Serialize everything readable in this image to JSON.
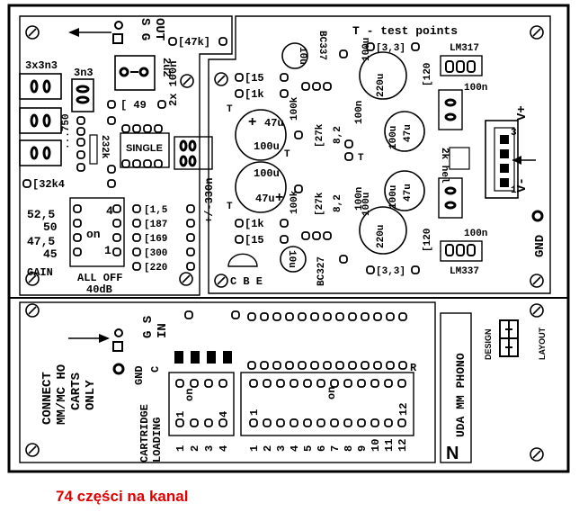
{
  "caption": "74 części na kanal",
  "labels": {
    "test_points": "T - test points",
    "out": "OUT",
    "sg": "S G",
    "r47k": "[47k]",
    "c3x3n3": "3x3n3",
    "c3n3": "3n3",
    "c2u2": "2u2",
    "r49": "[ 49",
    "c2x100n": "2x 100n",
    "single": "SINGLE",
    "r750": "...750",
    "r232k": "232k",
    "r32k4": "[32k4",
    "gain_52": "52,5",
    "gain_50": "50",
    "gain_47": "47,5",
    "gain_45": "45",
    "gain": "GAIN",
    "on": "on",
    "sw4": "4",
    "sw1": "1",
    "allOff": "ALL OFF",
    "db40": "40dB",
    "g1": "[1,5",
    "g2": "[187",
    "g3": "[169",
    "g4": "[300",
    "g5": "[220",
    "pm330n": "+/-330n",
    "r15a": "[15",
    "r1ka": "[1k",
    "r15b": "[15",
    "r1kb": "[1k",
    "c47u_a": "47u",
    "c100u_a": "100u",
    "c47u_b": "47u",
    "c100u_b": "100u",
    "c10u_a": "10u",
    "c10u_b": "10u",
    "bc337": "BC337",
    "bc327": "BC327",
    "r100k_a": "100k",
    "r100k_b": "100k",
    "r27k_a": "[27k",
    "r27k_b": "[27k",
    "r8_2a": "8,2",
    "r8_2b": "8,2",
    "c100n_a": "100n",
    "c100n_b": "100n",
    "cbe": "C B E",
    "t": "T",
    "r33a": "[3,3]",
    "r33b": "[3,3]",
    "lm317": "LM317",
    "lm337": "LM337",
    "c100u_c": "100u",
    "c220u_c": "220u",
    "c100u_d": "100u",
    "c220u_d": "220u",
    "c100u_e": "100u",
    "c47u_e": "47u",
    "c100u_f": "100u",
    "c47u_f": "47u",
    "r120a": "[120",
    "r120b": "[120",
    "c100n_c": "100n",
    "c100n_d": "100n",
    "c100n_e": "100n",
    "c100n_f": "100n",
    "hel2k": "2k hel",
    "n3": "3",
    "n1": "1",
    "vplus": "V+",
    "vminus": "V-",
    "gnd": "GND",
    "connect": "CONNECT",
    "mmmc": "MM/MC HO",
    "carts": "CARTS",
    "only": "ONLY",
    "gs": "G S",
    "in": "IN",
    "gnd2": "GND",
    "c": "C",
    "r": "R",
    "cartLoading": "CARTRIDGE",
    "loading": "LOADING",
    "on2": "on",
    "on3": "on",
    "n1b": "1",
    "n4b": "4",
    "n1c": "1",
    "n12c": "12",
    "nums_left": [
      "1",
      "2",
      "3",
      "4"
    ],
    "nums_right": [
      "1",
      "2",
      "3",
      "4",
      "5",
      "6",
      "7",
      "8",
      "9",
      "10",
      "11",
      "12"
    ],
    "nuda": "N",
    "uda": "UDA MM PHONO",
    "design": "DESIGN",
    "layout": "LAYOUT"
  }
}
